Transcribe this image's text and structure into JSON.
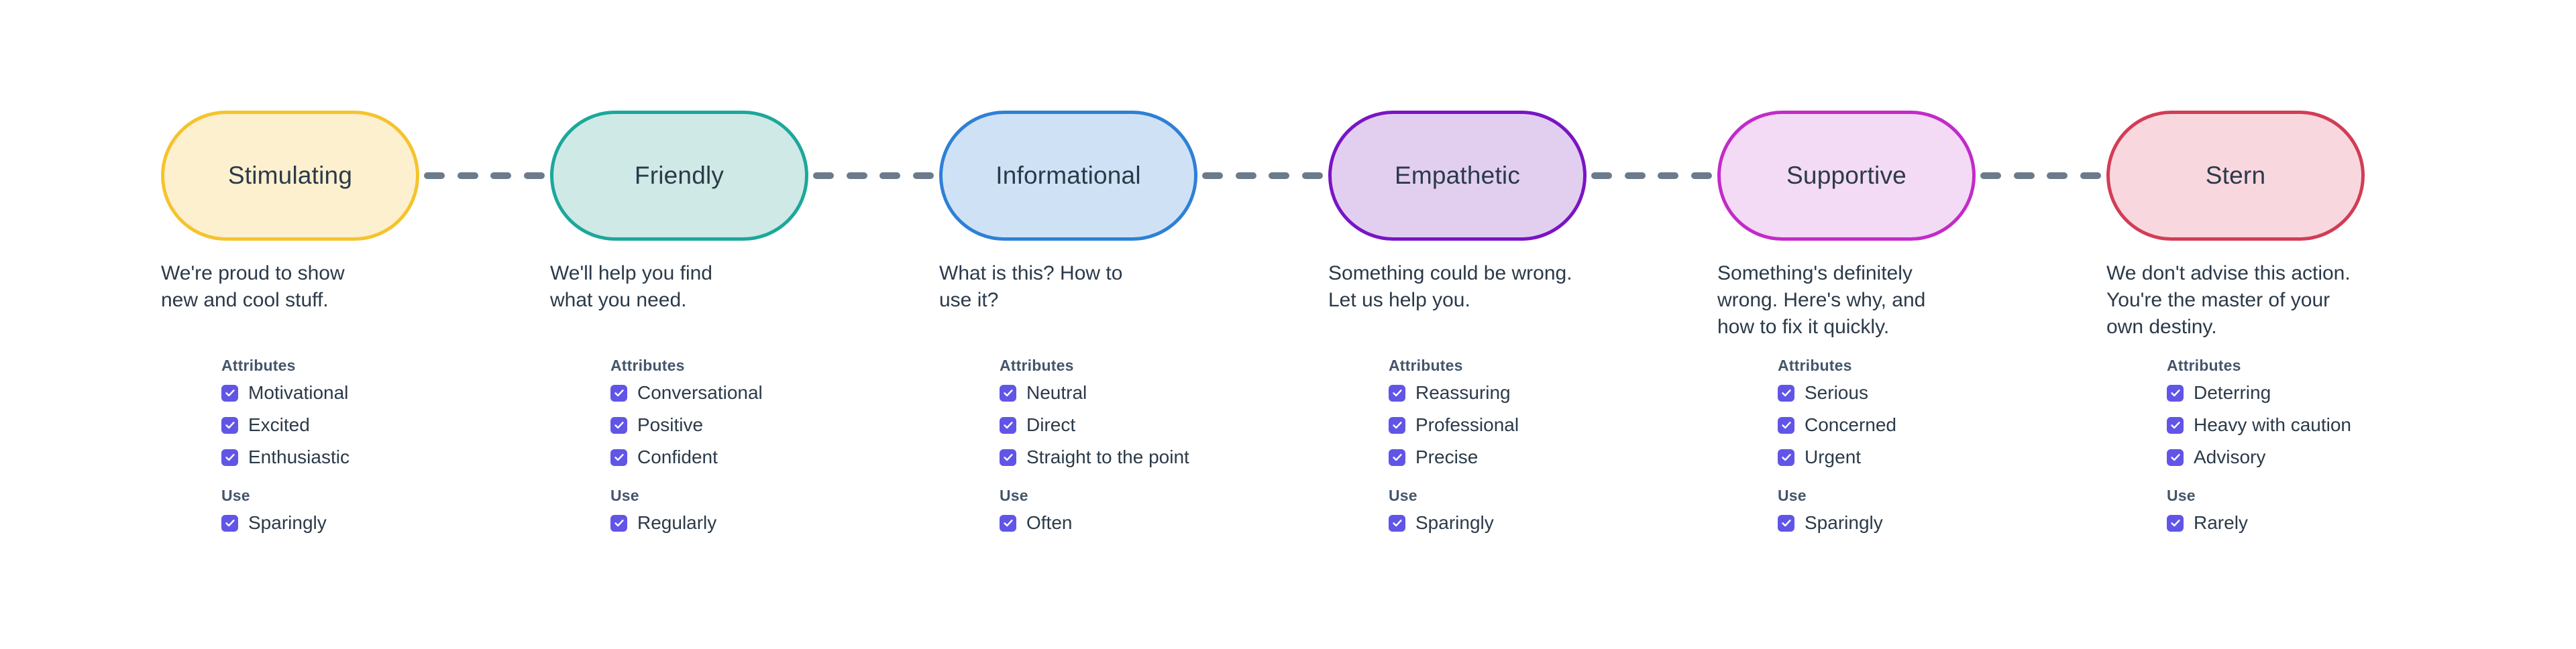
{
  "page": {
    "background_color": "#ffffff",
    "text_color": "#2b3a49",
    "heading_color": "#44566b",
    "checkbox_color": "#6155e8",
    "connector_color": "#6b7b8c",
    "connector_dash_count": 4
  },
  "labels": {
    "attributes_heading": "Attributes",
    "use_heading": "Use",
    "check_icon": "check-icon"
  },
  "tones": [
    {
      "name": "Stimulating",
      "fill_color": "#fcf0cf",
      "border_color": "#f5c32c",
      "description": "We're proud to show\nnew and cool stuff.",
      "attributes": [
        "Motivational",
        "Excited",
        "Enthusiastic"
      ],
      "use": [
        "Sparingly"
      ]
    },
    {
      "name": "Friendly",
      "fill_color": "#cfe9e6",
      "border_color": "#1ba89a",
      "description": "We'll help you find\nwhat you need.",
      "attributes": [
        "Conversational",
        "Positive",
        "Confident"
      ],
      "use": [
        "Regularly"
      ]
    },
    {
      "name": "Informational",
      "fill_color": "#cfe2f5",
      "border_color": "#2e80d6",
      "description": "What is this? How to\nuse it?",
      "attributes": [
        "Neutral",
        "Direct",
        "Straight to the point"
      ],
      "use": [
        "Often"
      ]
    },
    {
      "name": "Empathetic",
      "fill_color": "#e2cff0",
      "border_color": "#7a14c4",
      "description": "Something could be wrong.\nLet us help you.",
      "attributes": [
        "Reassuring",
        "Professional",
        "Precise"
      ],
      "use": [
        "Sparingly"
      ]
    },
    {
      "name": "Supportive",
      "fill_color": "#f3daf5",
      "border_color": "#c22bc8",
      "description": "Something's definitely\nwrong. Here's why, and\nhow to fix it quickly.",
      "attributes": [
        "Serious",
        "Concerned",
        "Urgent"
      ],
      "use": [
        "Sparingly"
      ]
    },
    {
      "name": "Stern",
      "fill_color": "#f8d8de",
      "border_color": "#d23d55",
      "description": "We don't advise this action.\nYou're the master of your\nown destiny.",
      "attributes": [
        "Deterring",
        "Heavy with caution",
        "Advisory"
      ],
      "use": [
        "Rarely"
      ]
    }
  ]
}
